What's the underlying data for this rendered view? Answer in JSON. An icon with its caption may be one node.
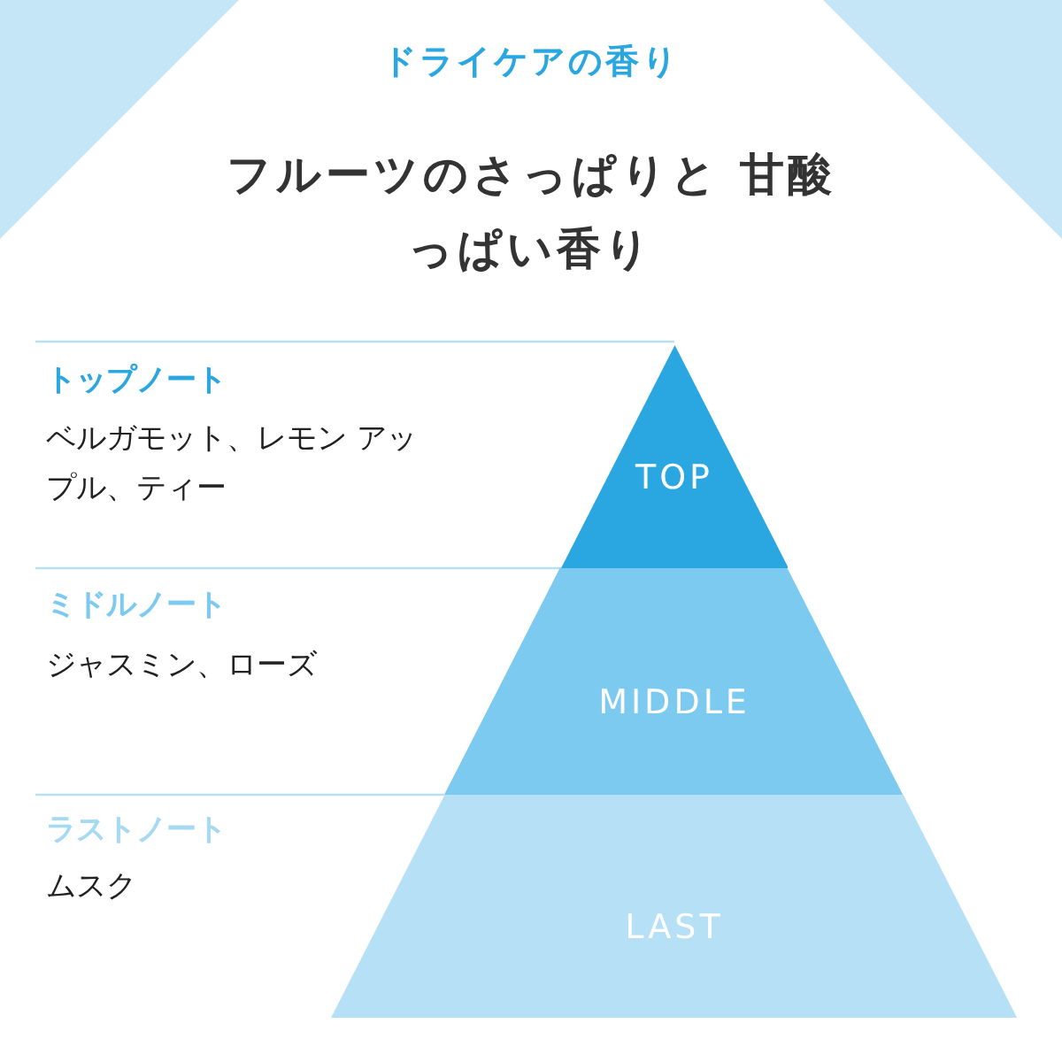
{
  "diagram": {
    "title": "ドライケアの香り",
    "nodes": [
      {
        "text": [
          "TOP"
        ]
      },
      {
        "text": [
          "MIDDLE"
        ]
      },
      {
        "text": [
          "LAST"
        ]
      }
    ],
    "labels": [
      "フルーツのさっぱりと 甘酸っぱい香り",
      "トップノート",
      "ベルガモット、レモン アップル、ティー",
      "ミドルノート",
      "ジャスミン、ローズ",
      "ラストノート",
      "ムスク"
    ]
  }
}
